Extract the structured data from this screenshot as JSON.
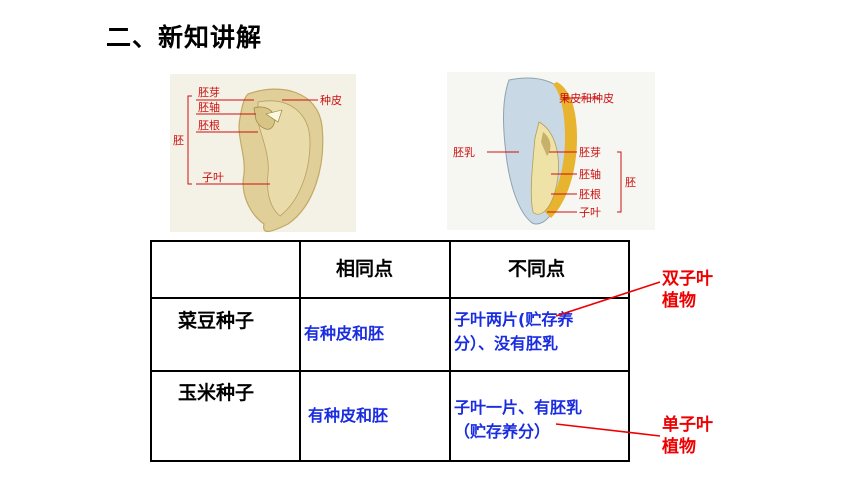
{
  "title": "二、新知讲解",
  "bean_diagram": {
    "labels": {
      "plumule": "胚芽",
      "hypocotyl": "胚轴",
      "radicle": "胚根",
      "cotyledon": "子叶",
      "embryo": "胚",
      "seed_coat": "种皮"
    }
  },
  "corn_diagram": {
    "labels": {
      "pericarp_seed_coat": "果皮和种皮",
      "endosperm": "胚乳",
      "plumule": "胚芽",
      "hypocotyl": "胚轴",
      "radicle": "胚根",
      "cotyledon": "子叶",
      "embryo": "胚"
    }
  },
  "table": {
    "headers": [
      "",
      "相同点",
      "不同点"
    ],
    "rows": [
      {
        "name": "菜豆种子",
        "same": "有种皮和胚",
        "diff_line1": "子叶两片(贮存养",
        "diff_line2": "分）、没有胚乳"
      },
      {
        "name": "玉米种子",
        "same": "有种皮和胚",
        "diff_line1": "子叶一片、有胚乳",
        "diff_line2": "（贮存养分）"
      }
    ]
  },
  "notes": {
    "dicot_line1": "双子叶",
    "dicot_line2": "植物",
    "monocot_line1": "单子叶",
    "monocot_line2": "植物"
  },
  "colors": {
    "label_red": "#cc1111",
    "answer_blue": "#1a2de0",
    "note_red": "#ee0000"
  }
}
